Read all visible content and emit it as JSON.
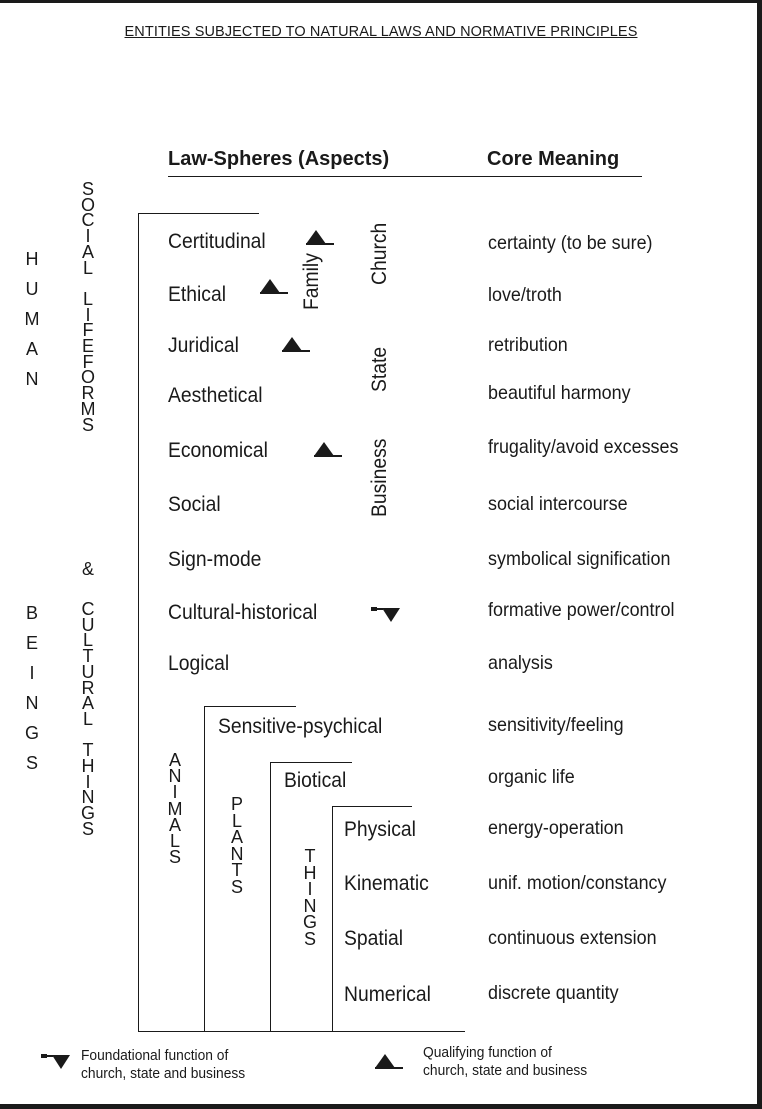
{
  "title": "ENTITIES SUBJECTED TO NATURAL LAWS AND NORMATIVE PRINCIPLES",
  "headers": {
    "law_spheres": "Law-Spheres (Aspects)",
    "core_meaning": "Core Meaning"
  },
  "vertical_labels": {
    "human": "HUMAN",
    "beings": "BEINGS",
    "social_lifeforms": "SOCIAL LIFEFORMS",
    "ampersand": "&",
    "cultural_things": "CULTURAL THINGS",
    "animals": "ANIMALS",
    "plants": "PLANTS",
    "things": "THINGS"
  },
  "institutions": {
    "family": "Family",
    "church": "Church",
    "state": "State",
    "business": "Business"
  },
  "aspects": [
    {
      "name": "Certitudinal",
      "meaning": "certainty  (to be sure)"
    },
    {
      "name": "Ethical",
      "meaning": "love/troth"
    },
    {
      "name": "Juridical",
      "meaning": "retribution"
    },
    {
      "name": "Aesthetical",
      "meaning": "beautiful  harmony"
    },
    {
      "name": "Economical",
      "meaning": "frugality/avoid excesses"
    },
    {
      "name": "Social",
      "meaning": "social intercourse"
    },
    {
      "name": "Sign-mode",
      "meaning": "symbolical  signification"
    },
    {
      "name": "Cultural-historical",
      "meaning": "formative power/control"
    },
    {
      "name": "Logical",
      "meaning": "analysis"
    },
    {
      "name": "Sensitive-psychical",
      "meaning": "sensitivity/feeling"
    },
    {
      "name": "Biotical",
      "meaning": "organic  life"
    },
    {
      "name": "Physical",
      "meaning": "energy-operation"
    },
    {
      "name": "Kinematic",
      "meaning": "unif.  motion/constancy"
    },
    {
      "name": "Spatial",
      "meaning": "continuous  extension"
    },
    {
      "name": "Numerical",
      "meaning": "discrete  quantity"
    }
  ],
  "legend": {
    "foundational_line1": "Foundational function of",
    "foundational_line2": "church, state and business",
    "qualifying_line1": "Qualifying function of",
    "qualifying_line2": "church, state and business"
  },
  "icons": {
    "qualifying": "triangle-up-icon",
    "foundational": "triangle-down-flag-icon"
  }
}
